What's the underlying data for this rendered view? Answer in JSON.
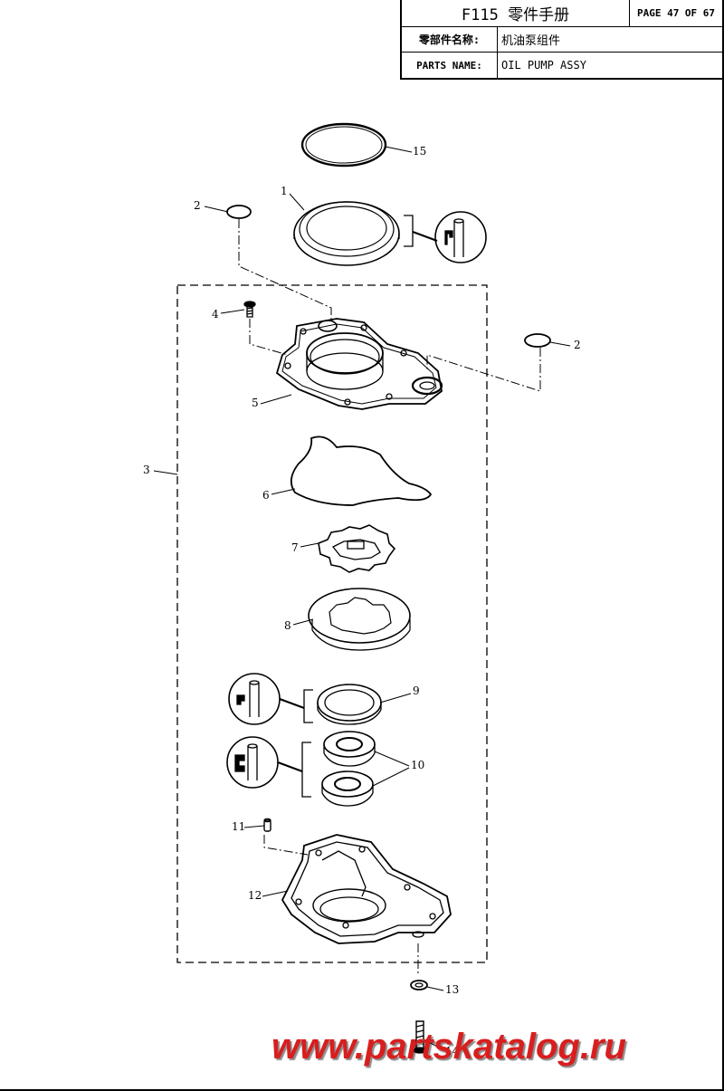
{
  "title_block": {
    "manual_title": "F115 零件手册",
    "page": "PAGE 47 OF 67",
    "name_cn_label": "零部件名称:",
    "name_cn_value": "机油泵组件",
    "name_en_label": "PARTS NAME:",
    "name_en_value": "OIL PUMP ASSY"
  },
  "callouts": {
    "c1": "1",
    "c2a": "2",
    "c2b": "2",
    "c3": "3",
    "c4": "4",
    "c5": "5",
    "c6": "6",
    "c7": "7",
    "c8": "8",
    "c9": "9",
    "c10": "10",
    "c11": "11",
    "c12": "12",
    "c13": "13",
    "c14": "14",
    "c15": "15"
  },
  "watermark": "www.partskatalog.ru",
  "colors": {
    "line": "#000000",
    "watermark": "#d81e1e",
    "background": "#ffffff"
  }
}
